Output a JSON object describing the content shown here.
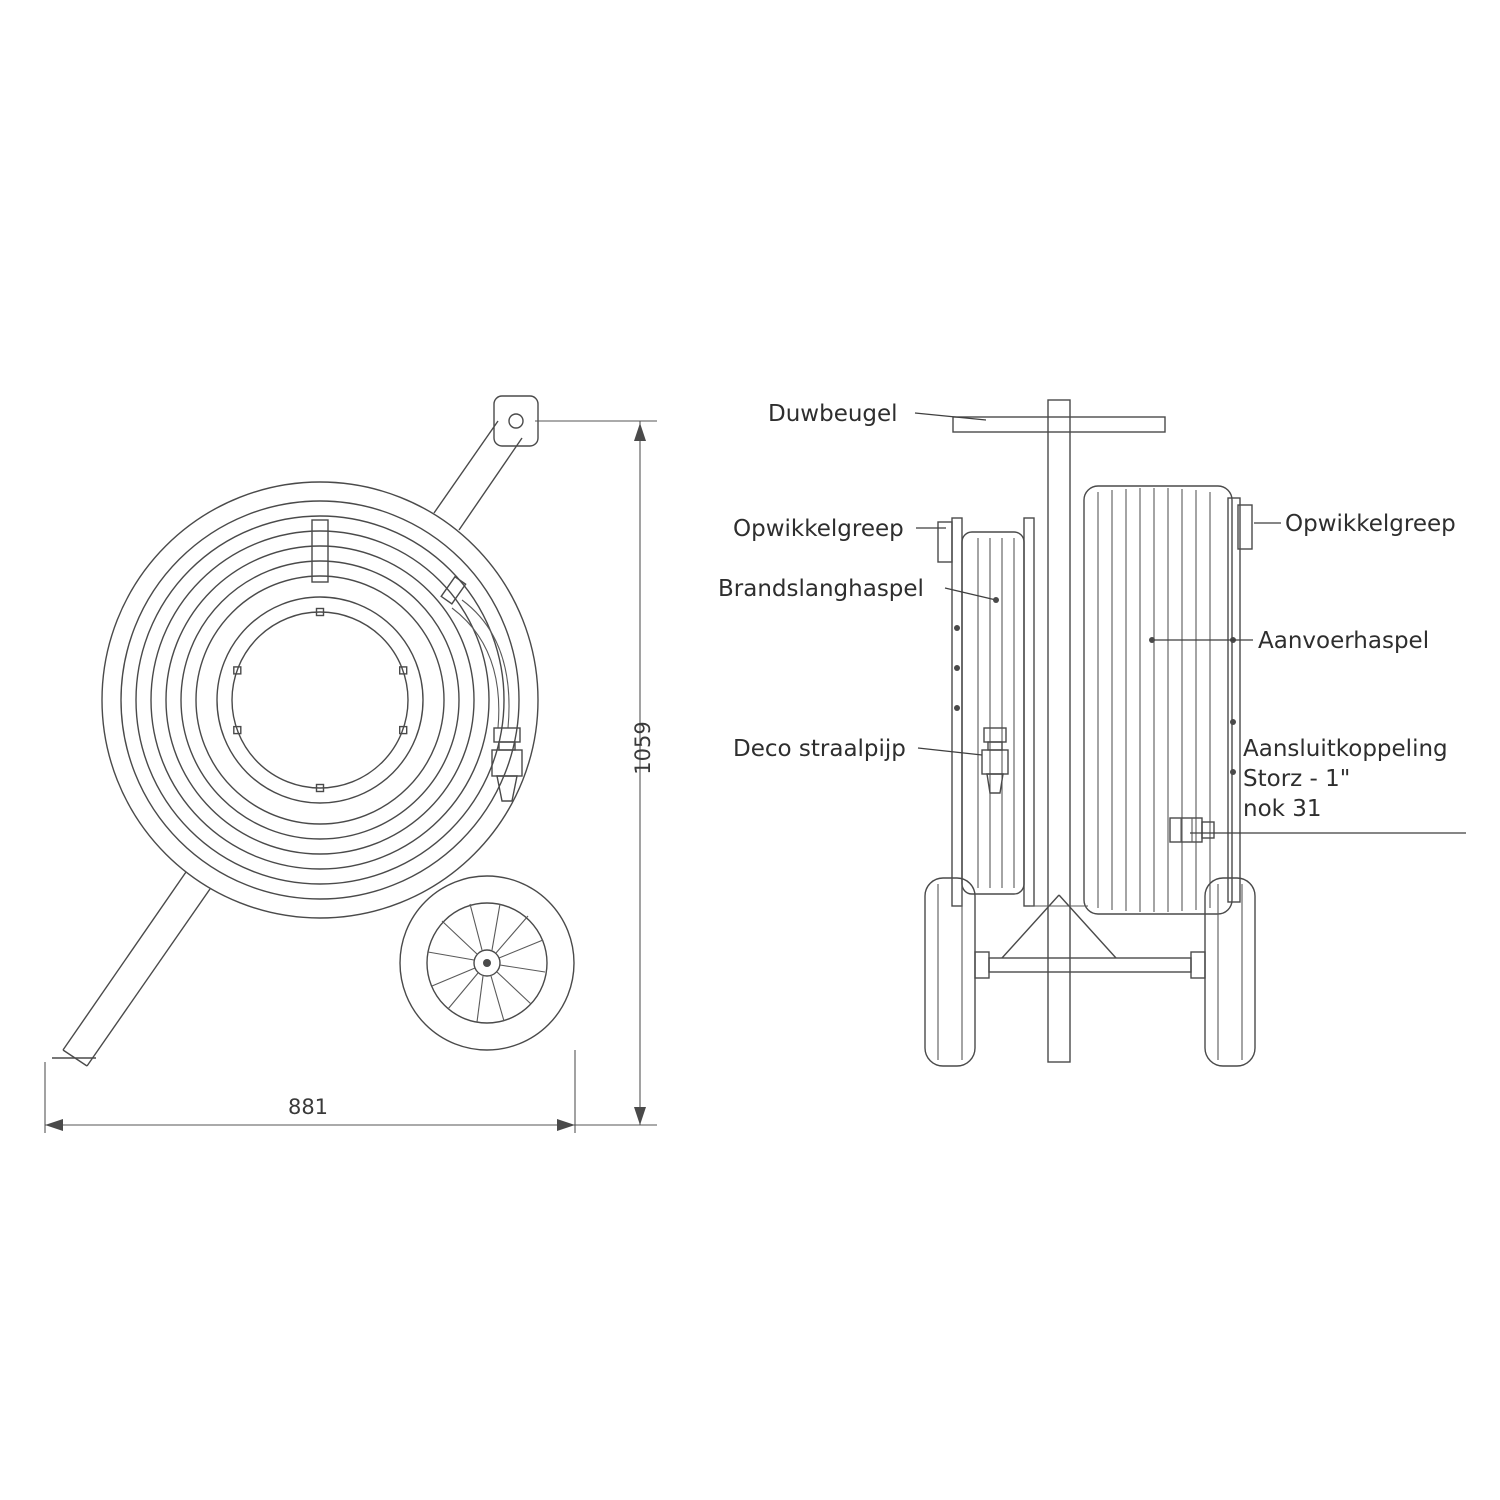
{
  "diagram": {
    "title": "hose-reel-cart-technical-drawing",
    "labels": {
      "duwbeugel": "Duwbeugel",
      "opwikkelgreep_left": "Opwikkelgreep",
      "opwikkelgreep_right": "Opwikkelgreep",
      "brandslanghaspel": "Brandslanghaspel",
      "deco_straalpijp": "Deco straalpijp",
      "aanvoerhaspel": "Aanvoerhaspel",
      "aansluitkoppeling_line1": "Aansluitkoppeling",
      "aansluitkoppeling_line2": "Storz - 1\"",
      "aansluitkoppeling_line3": "nok 31"
    },
    "dimensions": {
      "height_mm": "1059",
      "width_mm": "881"
    },
    "colors": {
      "line": "#4a4a4a",
      "text": "#2e2e2e",
      "background": "#ffffff"
    }
  }
}
